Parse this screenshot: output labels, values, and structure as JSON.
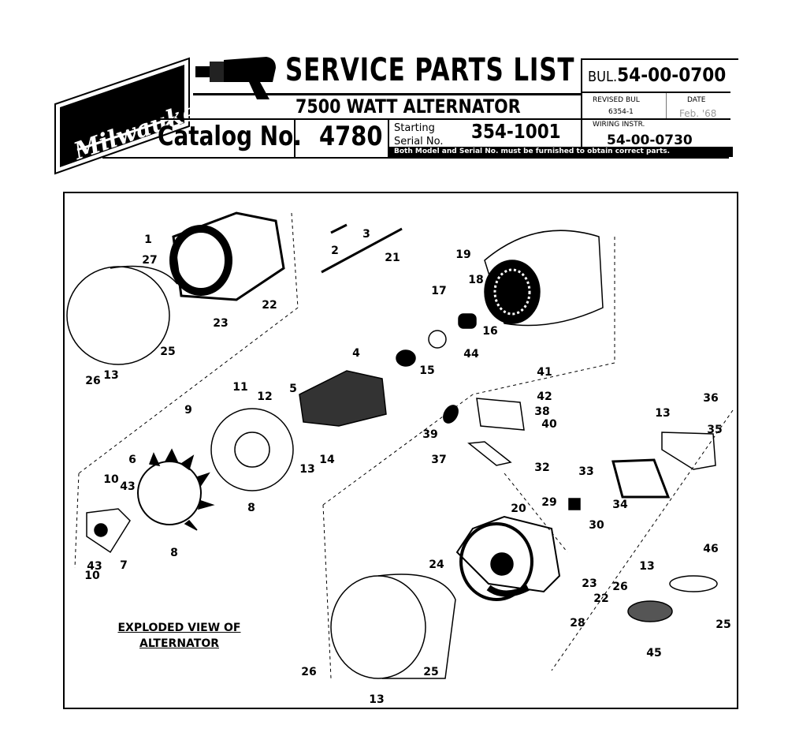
{
  "header": {
    "brand": "Milwaukee",
    "title": "SERVICE PARTS LIST",
    "subtitle": "7500 WATT ALTERNATOR",
    "catalog_label": "Catalog No.",
    "catalog_number": "4780",
    "starting_serial_label_1": "Starting",
    "starting_serial_label_2": "Serial No.",
    "starting_serial": "354-1001",
    "notice": "Both Model and Serial No. must be furnished to obtain correct parts.",
    "bulletin_prefix": "BUL.",
    "bulletin": "54-00-0700",
    "revised_label": "REVISED BUL",
    "revised_value": "6354-1",
    "date_label": "DATE",
    "date_value": "Feb. '68",
    "wiring_label": "WIRING INSTR.",
    "wiring_value": "54-00-0730"
  },
  "diagram": {
    "caption_line1": "EXPLODED VIEW OF",
    "caption_line2": "ALTERNATOR",
    "callouts": [
      "1",
      "27",
      "2",
      "3",
      "21",
      "19",
      "18",
      "17",
      "16",
      "44",
      "15",
      "4",
      "23",
      "22",
      "26",
      "13",
      "25",
      "41",
      "42",
      "38",
      "40",
      "39",
      "37",
      "11",
      "12",
      "5",
      "9",
      "13",
      "14",
      "6",
      "10",
      "43",
      "8",
      "8",
      "7",
      "43",
      "10",
      "36",
      "13",
      "35",
      "32",
      "33",
      "29",
      "34",
      "20",
      "30",
      "46",
      "13",
      "26",
      "23",
      "22",
      "24",
      "28",
      "25",
      "45",
      "26",
      "25",
      "13"
    ]
  }
}
